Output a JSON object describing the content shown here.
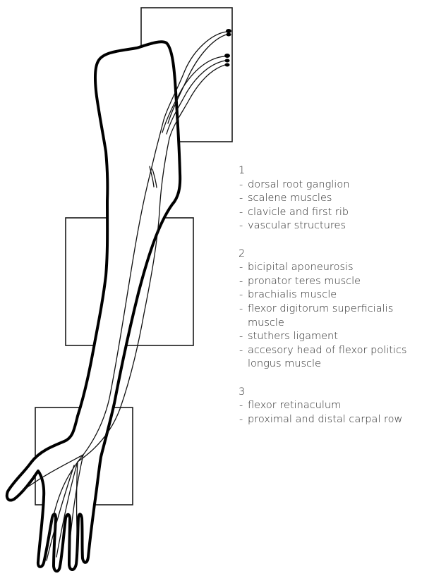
{
  "legend": {
    "groups": [
      {
        "number": "1",
        "items": [
          "dorsal root ganglion",
          "scalene muscles",
          "clavicle and first rib",
          "vascular structures"
        ]
      },
      {
        "number": "2",
        "items": [
          "bicipital aponeurosis",
          "pronator teres muscle",
          "brachialis muscle",
          "flexor digitorum superficialis muscle",
          "stuthers ligament",
          "accesory head of flexor politics longus muscle"
        ]
      },
      {
        "number": "3",
        "items": [
          "flexor retinaculum",
          "proximal and distal carpal row"
        ]
      }
    ]
  },
  "colors": {
    "outline": "#000000",
    "box": "#1a1a1a",
    "nerve": "#111111",
    "text": "#2a2a2a"
  },
  "icons": [
    "arm-outline",
    "nerve-path",
    "region-box"
  ]
}
